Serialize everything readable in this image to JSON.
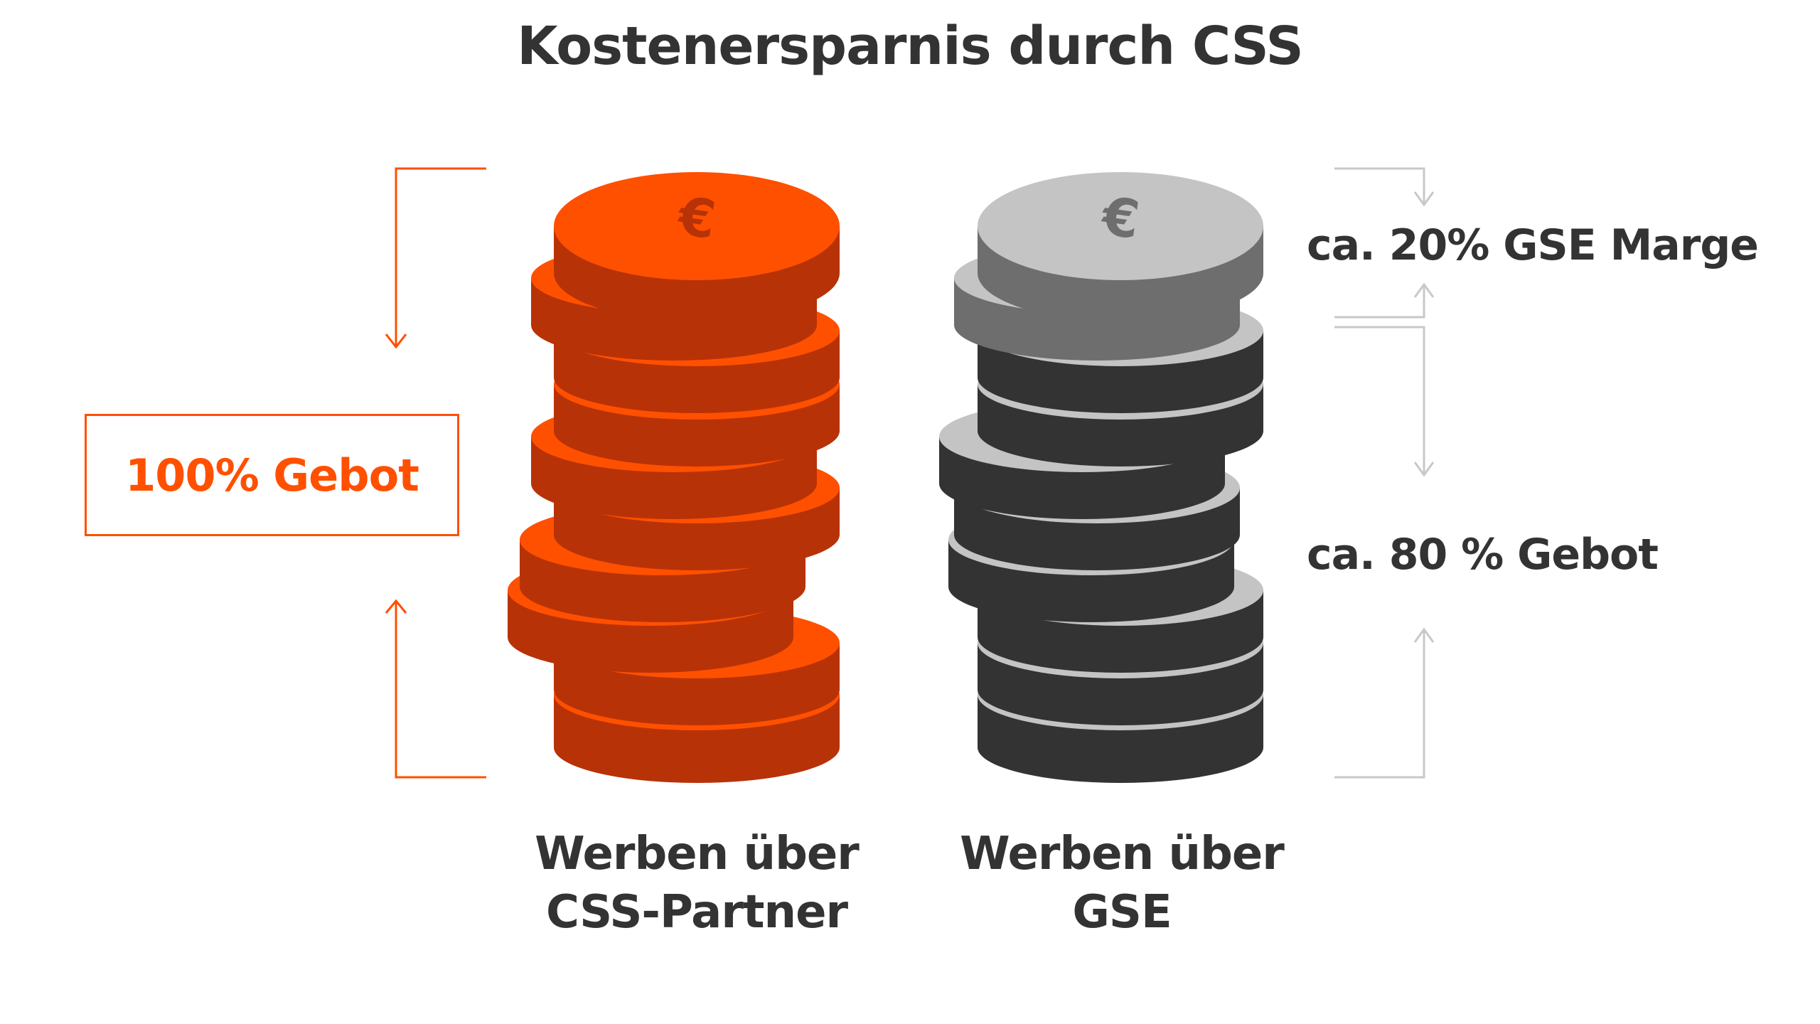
{
  "title": "Kostenersparnis durch CSS",
  "left_label": "100% Gebot",
  "right_labels": {
    "top": "ca. 20% GSE Marge",
    "bottom": "ca. 80 % Gebot"
  },
  "stacks": [
    {
      "id": "css",
      "caption_line1": "Werben über",
      "caption_line2": "CSS-Partner",
      "coin_symbol": "€",
      "coin_count": 10,
      "top_color": "#FF5000",
      "side_color": "#B83208"
    },
    {
      "id": "gse",
      "caption_line1": "Werben über",
      "caption_line2": "GSE",
      "coin_symbol": "€",
      "coin_count": 10,
      "margin_coins": 2,
      "margin_top_color": "#C4C4C4",
      "margin_side_color": "#6E6E6E",
      "bid_top_color": "#C4C4C4",
      "bid_side_color": "#333333"
    }
  ],
  "colors": {
    "accent": "#FF5000",
    "text": "#333333",
    "bracket_gray": "#C8C8C8"
  }
}
